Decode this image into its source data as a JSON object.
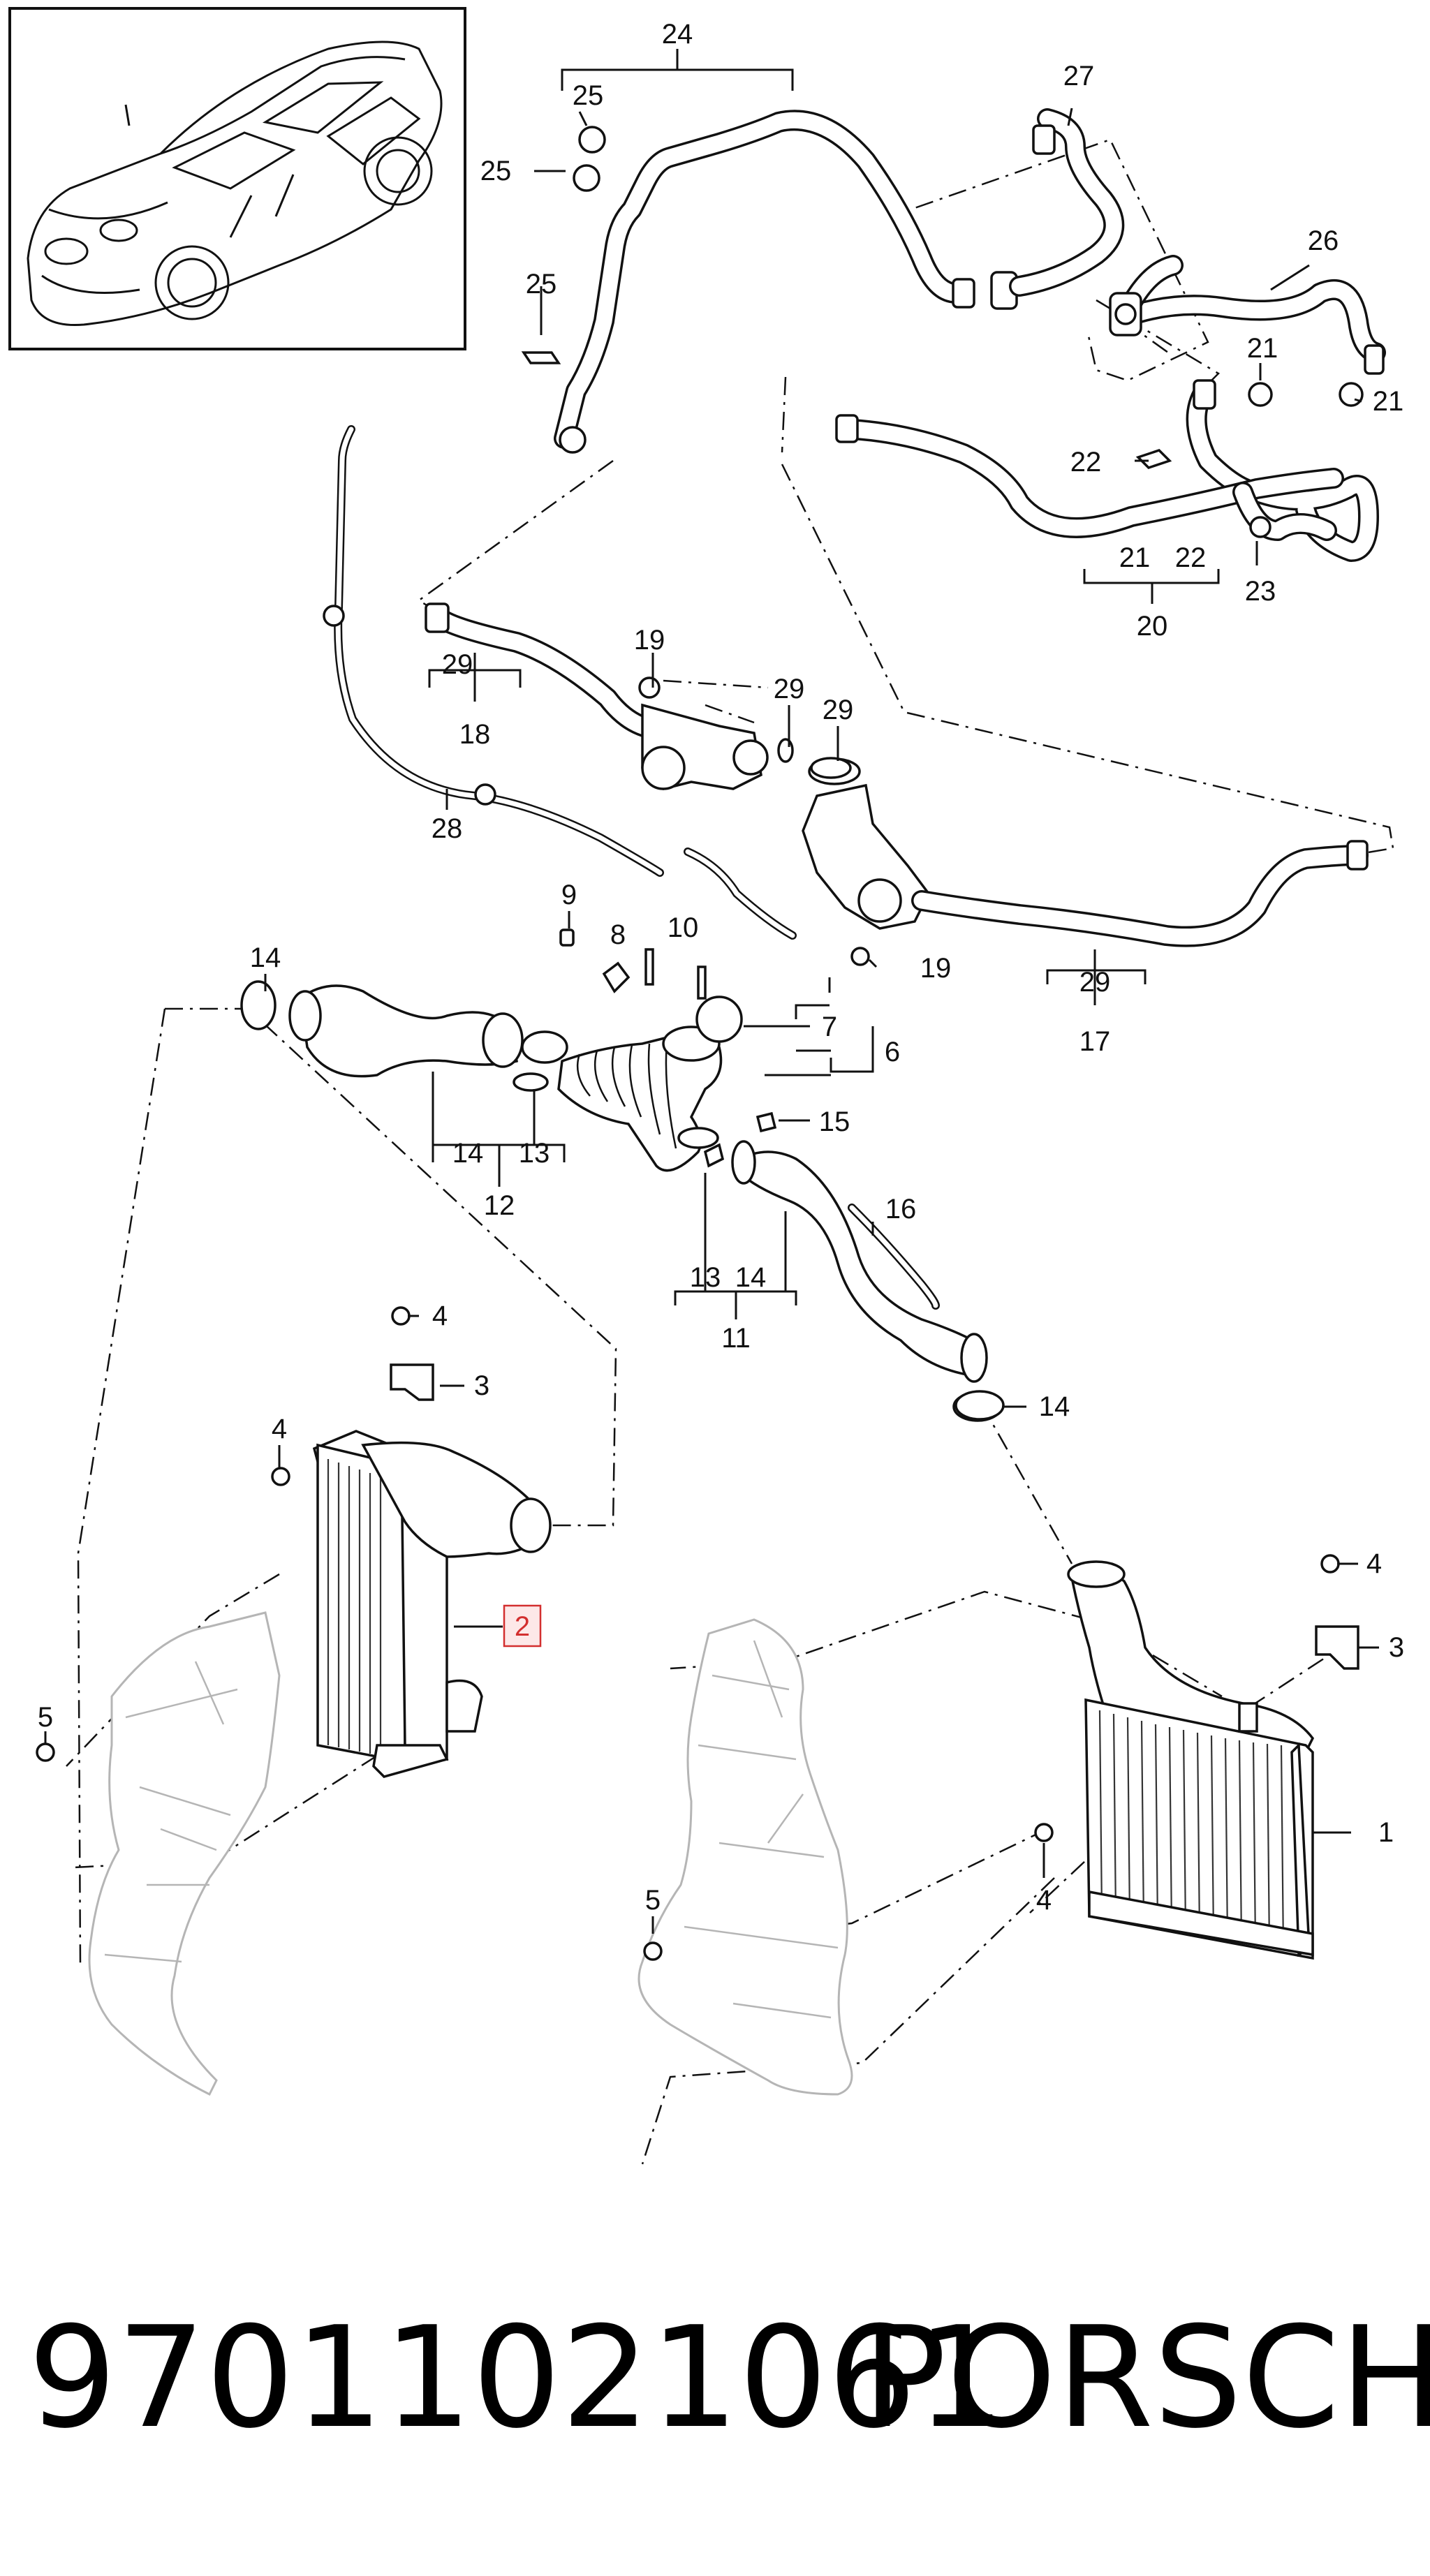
{
  "diagram": {
    "part_number": "97011021061",
    "brand": "PORSCHE",
    "highlighted_callout": "2",
    "callouts": {
      "c24": "24",
      "c25a": "25",
      "c25b": "25",
      "c25c": "25",
      "c27": "27",
      "c26": "26",
      "c21a": "21",
      "c21b": "21",
      "c22": "22",
      "c21c": "21",
      "c22b": "22",
      "c20": "20",
      "c23": "23",
      "c19a": "19",
      "c29a": "29",
      "c29b": "29",
      "c29c": "29",
      "c18": "18",
      "c28": "28",
      "c9": "9",
      "c8": "8",
      "c10": "10",
      "c7": "7",
      "c6": "6",
      "c19b": "19",
      "c29d": "29",
      "c17": "17",
      "c14a": "14",
      "c14b": "14",
      "c13a": "13",
      "c12": "12",
      "c15": "15",
      "c16": "16",
      "c13b": "13",
      "c14c": "14",
      "c11": "11",
      "c14d": "14",
      "c4a": "4",
      "c3a": "3",
      "c4b": "4",
      "c2": "2",
      "c5a": "5",
      "c4c": "4",
      "c3b": "3",
      "c1": "1",
      "c4d": "4",
      "c5b": "5"
    }
  }
}
